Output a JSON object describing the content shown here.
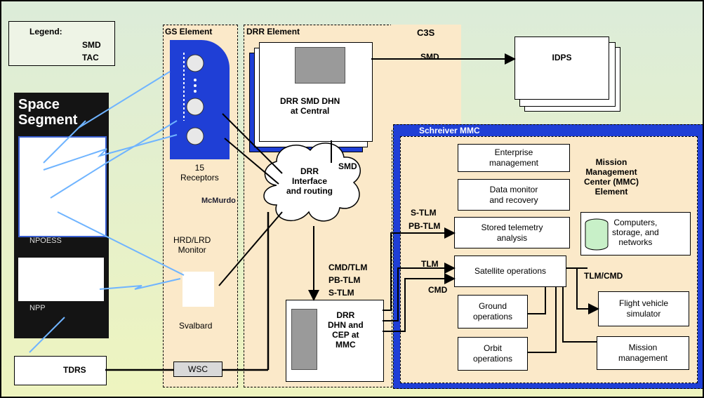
{
  "legend": {
    "title": "Legend:",
    "smd": "SMD",
    "tac": "TAC"
  },
  "space_segment": {
    "title": "Space\nSegment",
    "sat1": "NPOESS",
    "sat2": "NPP"
  },
  "gs_element": {
    "title": "GS Element",
    "receptors": "15\nReceptors",
    "hrd": "HRD/LRD\nMonitor",
    "svalbard": "Svalbard",
    "mcmurdo": "McMurdo"
  },
  "drr_element": {
    "title": "DRR Element",
    "dhn_central": "DRR SMD DHN\nat Central",
    "cloud": "DRR\nInterface\nand routing",
    "smd_label": "SMD",
    "cmd_tlm": "CMD/TLM",
    "pb_tlm": "PB-TLM",
    "s_tlm": "S-TLM",
    "dhn_mmc": "DRR\nDHN and\nCEP at\nMMC",
    "wsc": "WSC",
    "tdrs": "TDRS"
  },
  "c3s": {
    "title": "C3S",
    "smd": "SMD",
    "idps": "IDPS"
  },
  "mmc": {
    "header": "Schreiver MMC",
    "element_title": "Mission\nManagement\nCenter (MMC)\nElement",
    "enterprise": "Enterprise\nmanagement",
    "datamon": "Data monitor\nand recovery",
    "stored": "Stored telemetry\nanalysis",
    "satops": "Satellite operations",
    "ground": "Ground\noperations",
    "orbit": "Orbit\noperations",
    "computers": "Computers,\nstorage, and\nnetworks",
    "flight": "Flight vehicle\nsimulator",
    "mission": "Mission\nmanagement",
    "s_tlm": "S-TLM",
    "pb_tlm": "PB-TLM",
    "tlm": "TLM",
    "cmd": "CMD",
    "tlm_cmd": "TLM/CMD"
  },
  "colors": {
    "gs_fill": "#1f3fd6",
    "mmc_header": "#2a4fe0",
    "space": "#1a1a1a",
    "panel": "#fbe9c9"
  }
}
